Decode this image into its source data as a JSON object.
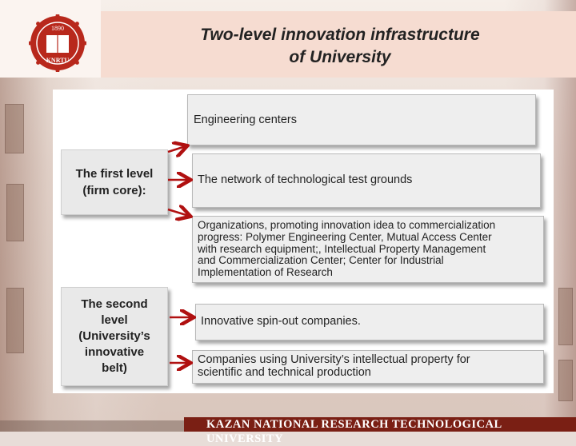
{
  "logo": {
    "year": "1890",
    "abbr": "KNRTU"
  },
  "title": {
    "line1": "Two-level innovation  infrastructure",
    "line2": "of University"
  },
  "levels": {
    "first": {
      "line1": "The first level",
      "line2": "(firm core):"
    },
    "second": {
      "line1": "The second",
      "line2": "level",
      "line3": "(University’s",
      "line4": "innovative",
      "line5": "belt)"
    }
  },
  "boxes": {
    "engineering_centers": "Engineering centers",
    "test_grounds": "The network of technological  test grounds",
    "organizations": [
      "Organizations, promoting innovation idea to commercialization",
      "progress: Polymer Engineering Center, Mutual Access Center",
      "with research equipment;,  Intellectual Property Management",
      "and Commercialization Center; Center for Industrial",
      "Implementation of Research"
    ],
    "spin_out": "Innovative spin-out companies.",
    "companies": [
      "Companies using University’s intellectual property for",
      "scientific and technical production"
    ]
  },
  "footer": "KAZAN NATIONAL RESEARCH TECHNOLOGICAL UNIVERSITY",
  "colors": {
    "accent": "#7a1f14",
    "arrow": "#b01010",
    "title_band": "#f6dcd1"
  }
}
